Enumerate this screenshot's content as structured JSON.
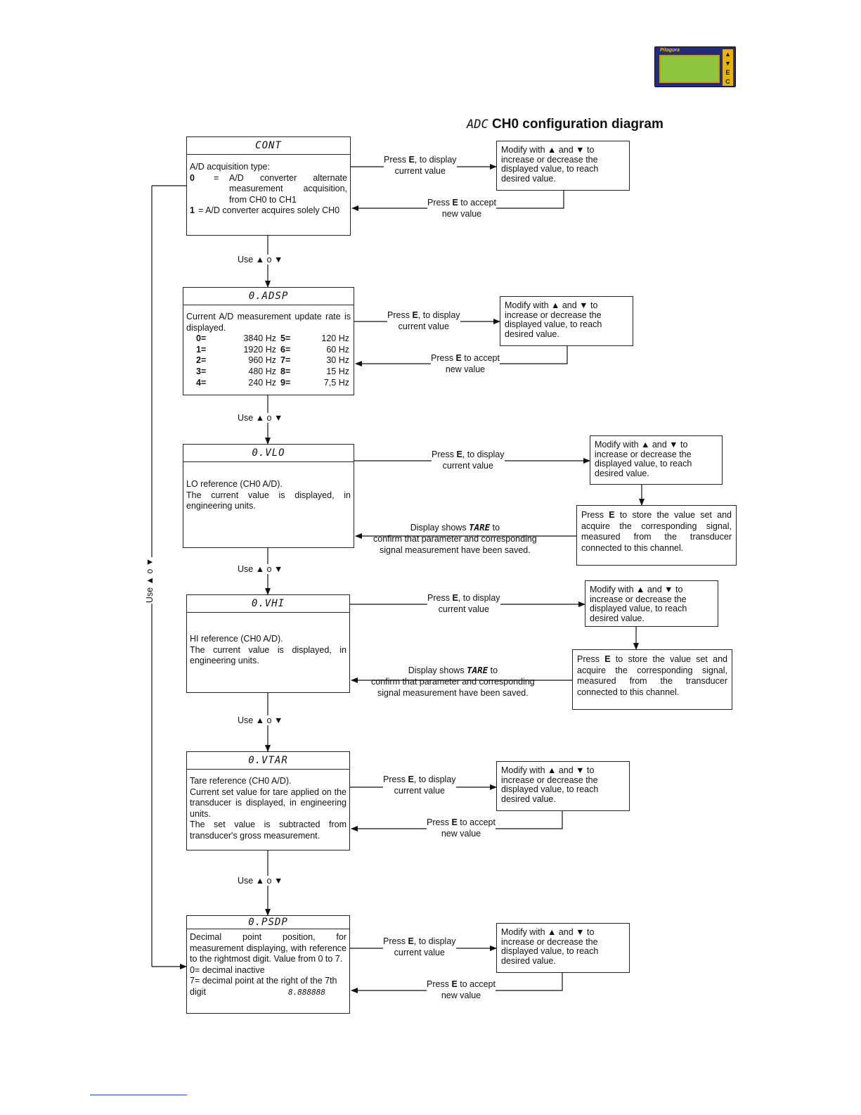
{
  "device": {
    "brand": "Pitagora",
    "keys": [
      "▲",
      "▼",
      "E",
      "C"
    ]
  },
  "title": {
    "prefix": "ADC",
    "main": "CH0 configuration diagram"
  },
  "left_loop_label": "Use ▲ o ▼",
  "use_label": "Use ▲ o ▼",
  "nodes": [
    {
      "id": "cont",
      "header": "CONT",
      "lines": [
        "A/D acquisition type:",
        "0 = A/D converter alternate measurement acquisition, from CH0 to CH1",
        "1 = A/D converter acquires solely CH0"
      ]
    },
    {
      "id": "adsp",
      "header": "0.ADSP",
      "intro": "Current A/D measurement update rate is displayed.",
      "rates": [
        {
          "k": "0=",
          "v": "3840 Hz",
          "k2": "5=",
          "v2": "120 Hz"
        },
        {
          "k": "1=",
          "v": "1920 Hz",
          "k2": "6=",
          "v2": "60 Hz"
        },
        {
          "k": "2=",
          "v": "960 Hz",
          "k2": "7=",
          "v2": "30 Hz"
        },
        {
          "k": "3=",
          "v": "480 Hz",
          "k2": "8=",
          "v2": "15 Hz"
        },
        {
          "k": "4=",
          "v": "240 Hz",
          "k2": "9=",
          "v2": "7,5 Hz"
        }
      ]
    },
    {
      "id": "vlo",
      "header": "0.VLO",
      "text": "LO reference (CH0 A/D).\nThe current value is displayed, in engineering units."
    },
    {
      "id": "vhi",
      "header": "0.VHI",
      "text": "HI reference (CH0 A/D).\nThe current value is displayed, in engineering units."
    },
    {
      "id": "vtar",
      "header": "0.VTAR",
      "text": "Tare reference (CH0 A/D).\nCurrent set value for tare applied on the transducer is displayed, in engineering units.\nThe set value is subtracted from transducer's gross measurement."
    },
    {
      "id": "psdp",
      "header": "0.PSDP",
      "text": "Decimal point position, for measurement displaying, with reference to the rightmost digit. Value from 0 to 7.",
      "l1": "0= decimal inactive",
      "l2": "7= decimal point at the right of the 7th",
      "l3": "digit",
      "seg": "8.888888"
    }
  ],
  "press_display": {
    "a": "Press ",
    "b": "E",
    ", to display": "",
    "c": ", to display",
    "d": "current value"
  },
  "press_accept": {
    "a": "Press ",
    "b": "E",
    "c": " to accept",
    "d": "new value"
  },
  "modify": "Modify with ▲ and ▼ to increase or decrease the displayed value, to reach desired value.",
  "store": {
    "a": "Press ",
    "b": "E",
    "c": " to store the value set and acquire the corresponding signal, measured from the transducer connected to this channel."
  },
  "tare_msg": {
    "a": "Display shows ",
    "seg": "TARE",
    "b": " to",
    "c": "confirm that parameter and corresponding",
    "d": "signal measurement have been saved."
  }
}
